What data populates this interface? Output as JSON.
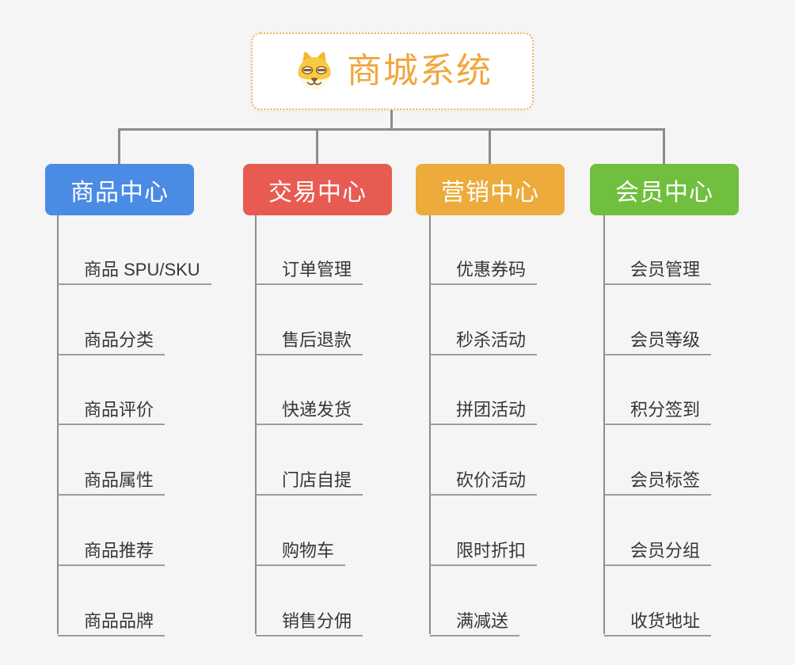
{
  "root": {
    "title": "商城系统",
    "icon": "dog-face-icon"
  },
  "colors": {
    "root_accent": "#f1a63d",
    "connector": "#8c8c8c",
    "leaf_underline": "#9c9c9c",
    "leaf_text": "#33373b",
    "background": "#f5f5f5"
  },
  "branches": [
    {
      "label": "商品中心",
      "color": "#4a8be4",
      "items": [
        "商品 SPU/SKU",
        "商品分类",
        "商品评价",
        "商品属性",
        "商品推荐",
        "商品品牌"
      ]
    },
    {
      "label": "交易中心",
      "color": "#e85b52",
      "items": [
        "订单管理",
        "售后退款",
        "快递发货",
        "门店自提",
        "购物车",
        "销售分佣"
      ]
    },
    {
      "label": "营销中心",
      "color": "#ecab3a",
      "items": [
        "优惠券码",
        "秒杀活动",
        "拼团活动",
        "砍价活动",
        "限时折扣",
        "满减送"
      ]
    },
    {
      "label": "会员中心",
      "color": "#70bf3f",
      "items": [
        "会员管理",
        "会员等级",
        "积分签到",
        "会员标签",
        "会员分组",
        "收货地址"
      ]
    }
  ]
}
